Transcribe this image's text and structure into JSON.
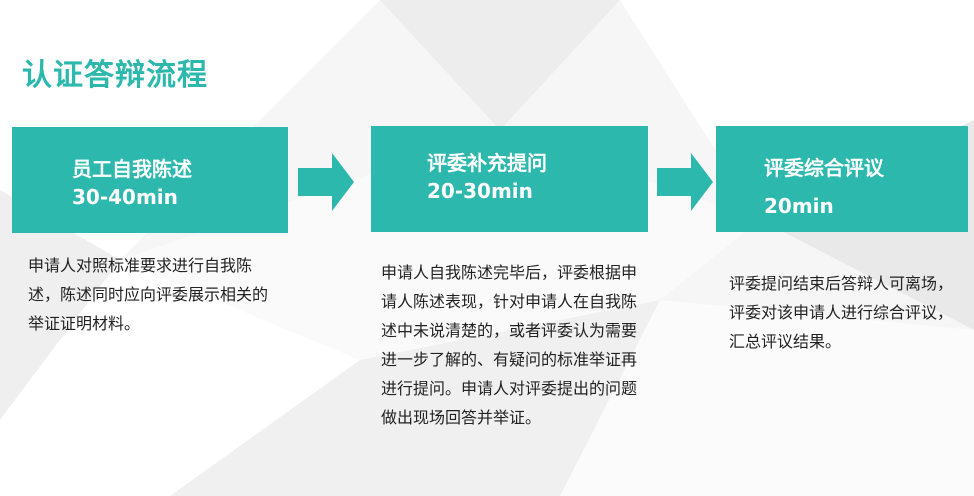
{
  "title": "认证答辩流程",
  "colors": {
    "accent": "#2db8ae",
    "box_text": "#ffffff",
    "body_text": "#222222",
    "background": "#f5f5f5"
  },
  "steps": [
    {
      "title": "员工自我陈述",
      "time": "30-40min",
      "description": "申请人对照标准要求进行自我陈述，陈述同时应向评委展示相关的举证证明材料。"
    },
    {
      "title": "评委补充提问",
      "time": "20-30min",
      "description": "申请人自我陈述完毕后，评委根据申请人陈述表现，针对申请人在自我陈述中未说清楚的，或者评委认为需要进一步了解的、有疑问的标准举证再进行提问。申请人对评委提出的问题做出现场回答并举证。"
    },
    {
      "title": "评委综合评议",
      "time": "20min",
      "description": "评委提问结束后答辩人可离场，评委对该申请人进行综合评议，汇总评议结果。"
    }
  ],
  "arrow_icon": "right-arrow-icon"
}
